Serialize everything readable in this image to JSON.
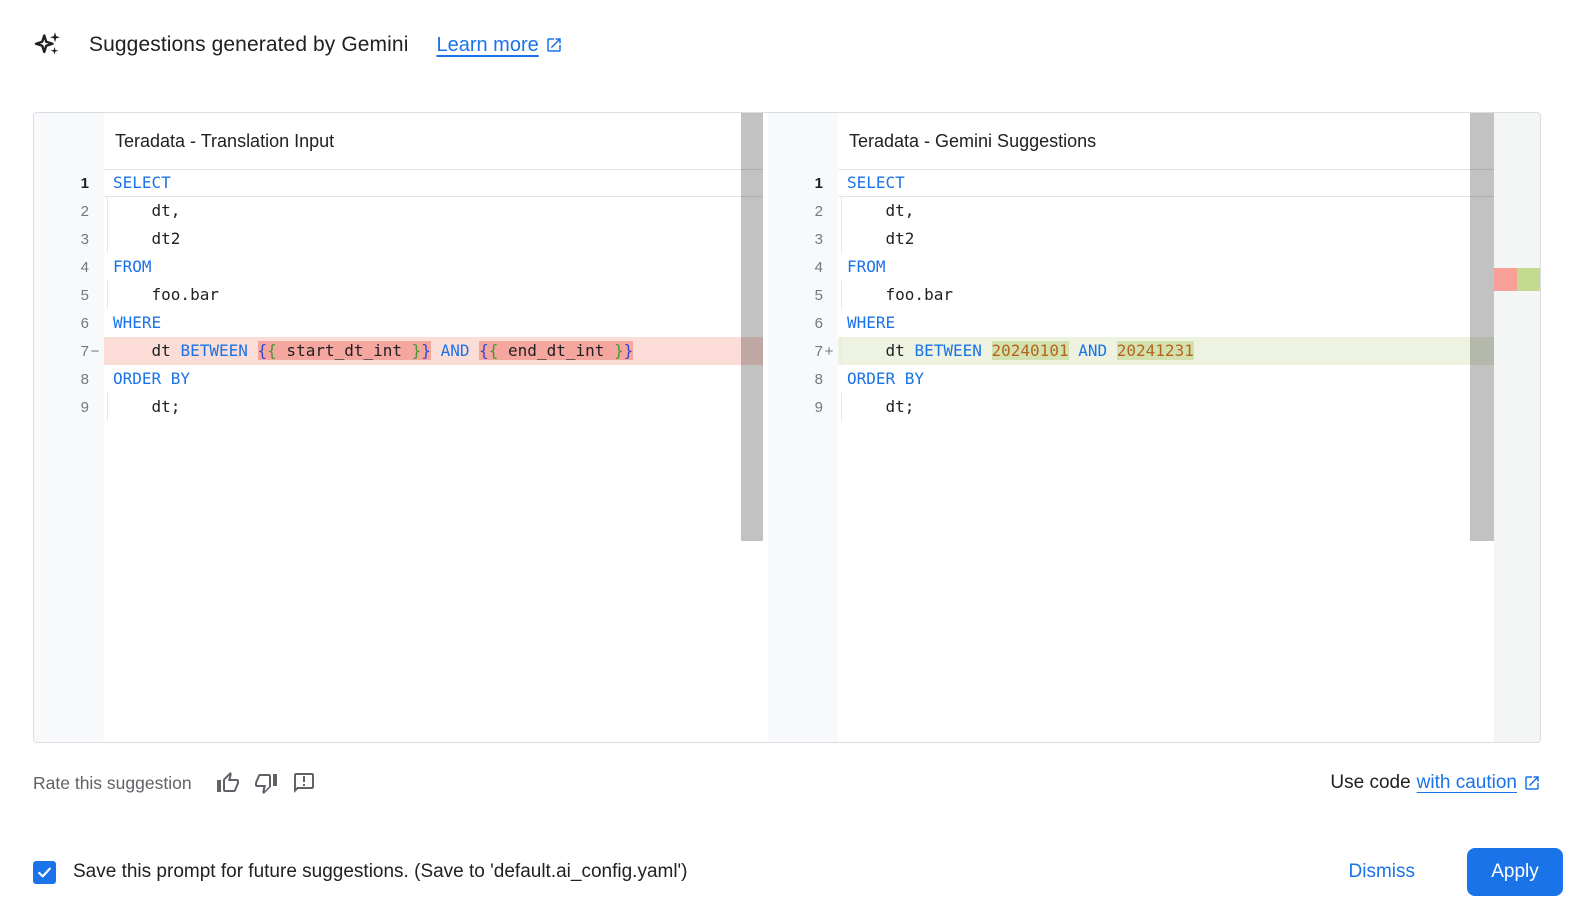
{
  "header": {
    "icon": "gemini-sparkle-icon",
    "title": "Suggestions generated by Gemini",
    "learn_more_label": "Learn more",
    "learn_more_icon": "open-in-new-icon"
  },
  "diff": {
    "left": {
      "title": "Teradata - Translation Input",
      "lines": [
        {
          "n": "1",
          "t": "active",
          "seg": [
            [
              "kw",
              "SELECT"
            ]
          ]
        },
        {
          "n": "2",
          "g": 1,
          "seg": [
            [
              "p",
              "    dt,"
            ]
          ]
        },
        {
          "n": "3",
          "g": 1,
          "seg": [
            [
              "p",
              "    dt2"
            ]
          ]
        },
        {
          "n": "4",
          "seg": [
            [
              "kw",
              "FROM"
            ]
          ]
        },
        {
          "n": "5",
          "g": 1,
          "seg": [
            [
              "p",
              "    foo.bar"
            ]
          ]
        },
        {
          "n": "6",
          "seg": [
            [
              "kw",
              "WHERE"
            ]
          ]
        },
        {
          "n": "7",
          "m": "−",
          "t": "del",
          "g": 1,
          "seg": [
            [
              "p",
              "    dt "
            ],
            [
              "kw",
              "BETWEEN"
            ],
            [
              "p",
              " "
            ],
            [
              "bb s",
              "{"
            ],
            [
              "bg s",
              "{"
            ],
            [
              "p s",
              " start_dt_int "
            ],
            [
              "bg s",
              "}"
            ],
            [
              "bb s",
              "}"
            ],
            [
              "p",
              " "
            ],
            [
              "kw",
              "AND"
            ],
            [
              "p",
              " "
            ],
            [
              "bb s",
              "{"
            ],
            [
              "bg s",
              "{"
            ],
            [
              "p s",
              " end_dt_int "
            ],
            [
              "bg s",
              "}"
            ],
            [
              "bb s",
              "}"
            ]
          ]
        },
        {
          "n": "8",
          "seg": [
            [
              "kw",
              "ORDER BY"
            ]
          ]
        },
        {
          "n": "9",
          "g": 1,
          "seg": [
            [
              "p",
              "    dt;"
            ]
          ]
        }
      ]
    },
    "right": {
      "title": "Teradata - Gemini Suggestions",
      "lines": [
        {
          "n": "1",
          "t": "active",
          "seg": [
            [
              "kw",
              "SELECT"
            ]
          ]
        },
        {
          "n": "2",
          "g": 1,
          "seg": [
            [
              "p",
              "    dt,"
            ]
          ]
        },
        {
          "n": "3",
          "g": 1,
          "seg": [
            [
              "p",
              "    dt2"
            ]
          ]
        },
        {
          "n": "4",
          "seg": [
            [
              "kw",
              "FROM"
            ]
          ]
        },
        {
          "n": "5",
          "g": 1,
          "seg": [
            [
              "p",
              "    foo.bar"
            ]
          ]
        },
        {
          "n": "6",
          "seg": [
            [
              "kw",
              "WHERE"
            ]
          ]
        },
        {
          "n": "7",
          "m": "+",
          "t": "ins",
          "g": 1,
          "seg": [
            [
              "p",
              "    dt "
            ],
            [
              "kw",
              "BETWEEN"
            ],
            [
              "p",
              " "
            ],
            [
              "nm s",
              "20240101"
            ],
            [
              "p",
              " "
            ],
            [
              "kw",
              "AND"
            ],
            [
              "p",
              " "
            ],
            [
              "nm s",
              "20241231"
            ]
          ]
        },
        {
          "n": "8",
          "seg": [
            [
              "kw",
              "ORDER BY"
            ]
          ]
        },
        {
          "n": "9",
          "g": 1,
          "seg": [
            [
              "p",
              "    dt;"
            ]
          ]
        }
      ]
    }
  },
  "footer": {
    "rate_label": "Rate this suggestion",
    "rate_icons": [
      "thumb-up-icon",
      "thumb-down-icon",
      "feedback-icon"
    ],
    "use_code_prefix": "Use code",
    "use_code_link": "with caution",
    "use_code_icon": "open-in-new-icon"
  },
  "action_bar": {
    "checkbox_checked": true,
    "checkbox_label": "Save this prompt for future suggestions. (Save to 'default.ai_config.yaml')",
    "dismiss_label": "Dismiss",
    "apply_label": "Apply"
  },
  "colors": {
    "accent": "#1a73e8",
    "keyword": "#1a73e8",
    "number_literal": "#b5651d",
    "brace_outer": "#3049d1",
    "brace_inner": "#3f9c35",
    "deletion_line_bg": "#fbdcd7",
    "deletion_token_bg": "#f5a69f",
    "insertion_line_bg": "#eef3e1",
    "insertion_token_bg": "#d3e1ae",
    "gutter_bg": "#f8f9fa",
    "gutter_number": "#75787b",
    "border": "#dadce0",
    "muted_text": "#5f6368",
    "ruler_red": "#f89f98",
    "ruler_green": "#c3da8f"
  }
}
